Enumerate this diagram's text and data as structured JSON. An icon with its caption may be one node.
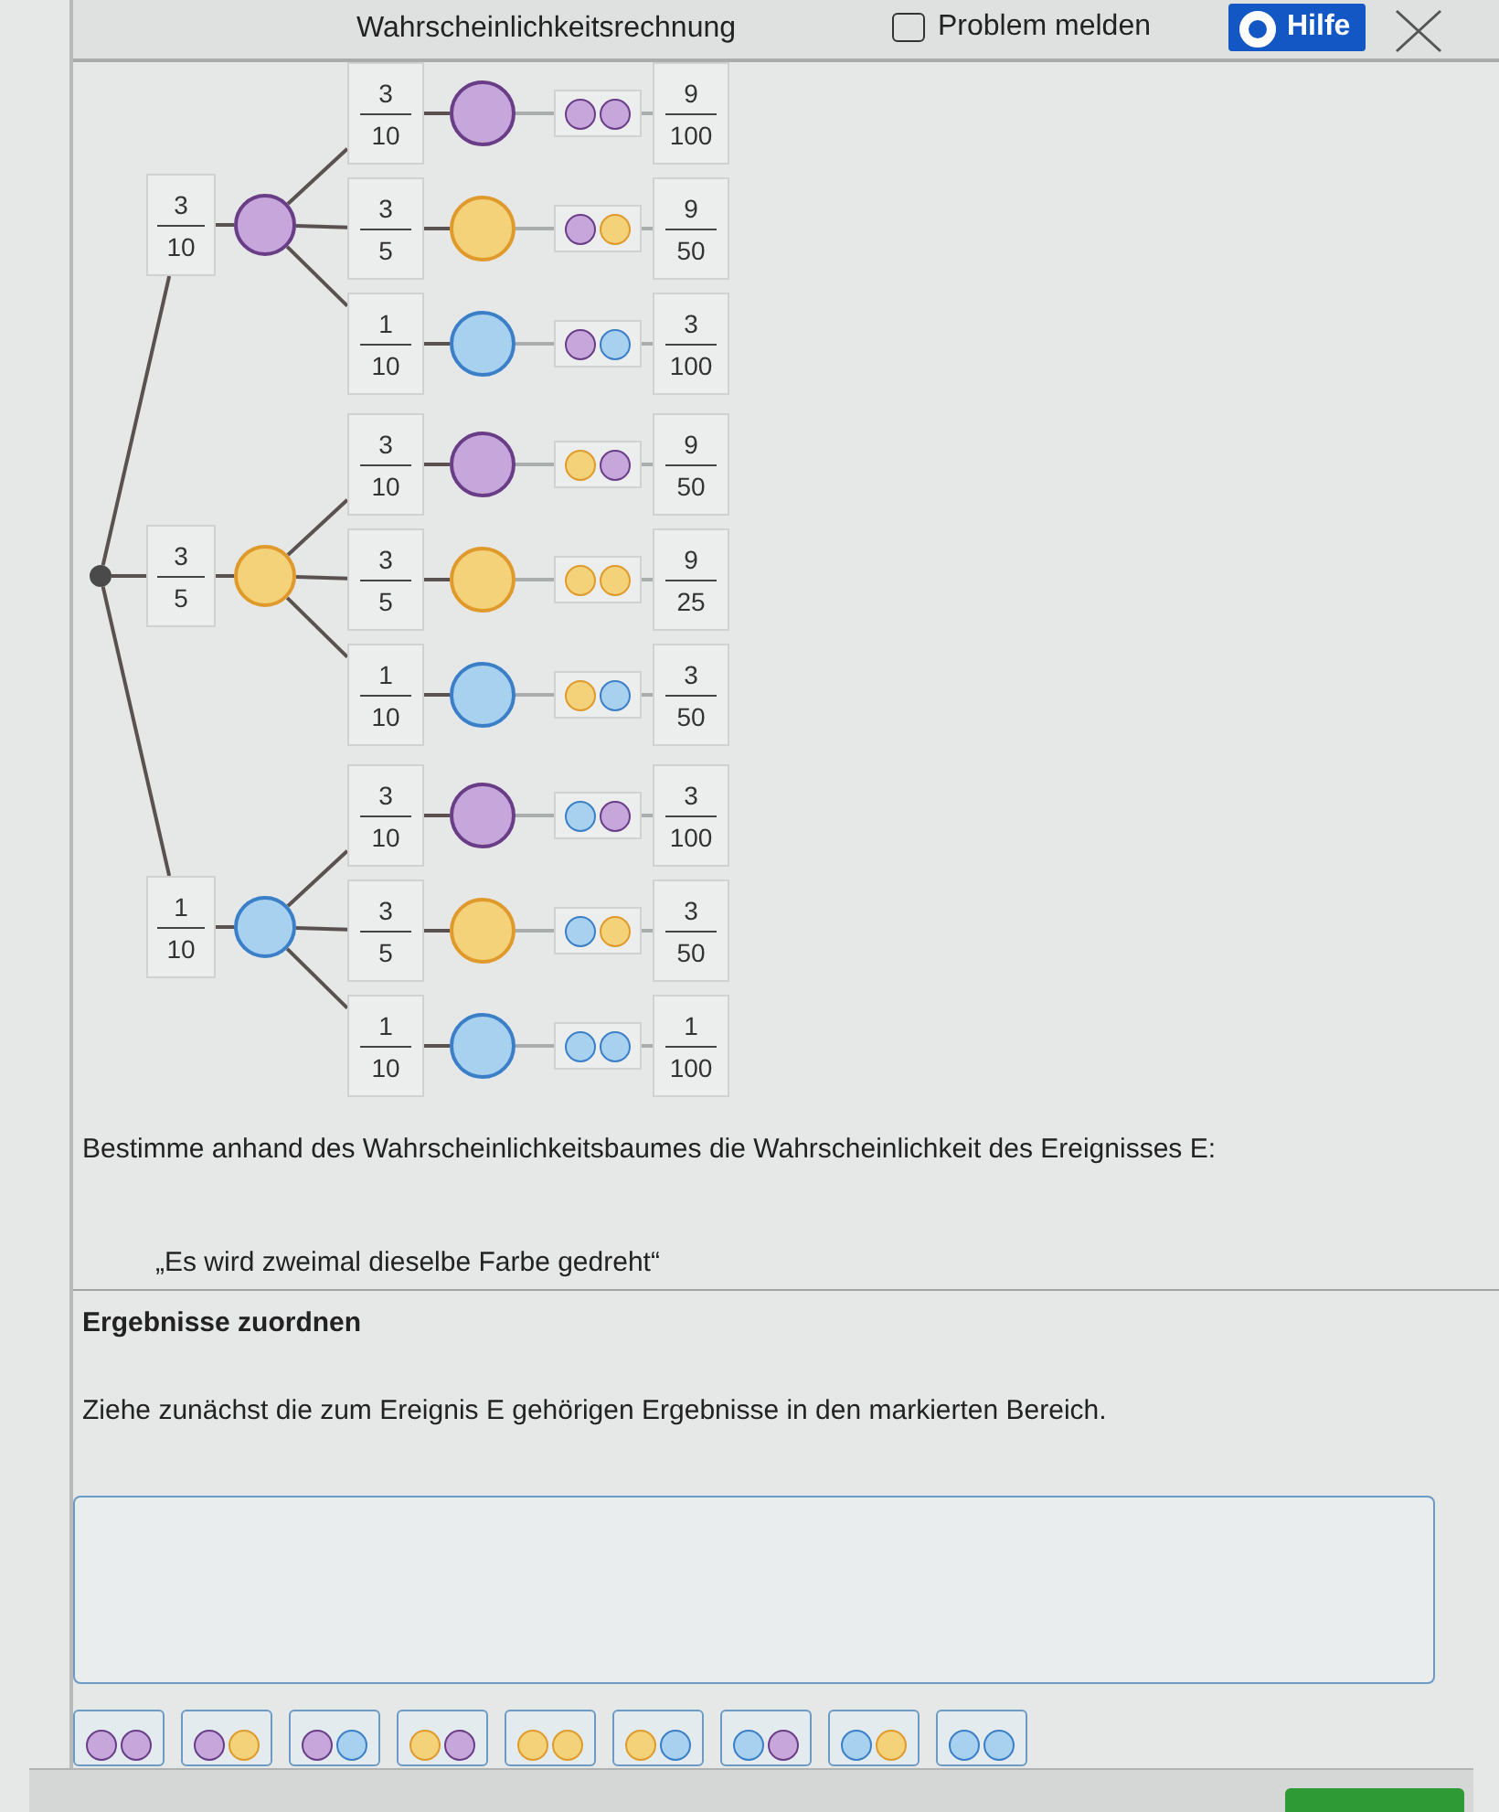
{
  "diagram": {
    "title": "Wahrscheinlichkeitsrechnung",
    "nodes": [
      {
        "text": [],
        "shape": "circle"
      },
      {
        "text": [
          "3",
          "10"
        ]
      },
      {
        "text": [],
        "shape": "circle"
      },
      {
        "text": [
          "3",
          "10"
        ]
      },
      {
        "text": [],
        "shape": "circle"
      },
      {
        "text": [],
        "shape": "box"
      },
      {
        "text": [
          "9",
          "100"
        ]
      },
      {
        "text": [
          "3",
          "5"
        ]
      },
      {
        "text": [],
        "shape": "circle"
      },
      {
        "text": [],
        "shape": "box"
      },
      {
        "text": [
          "9",
          "50"
        ]
      },
      {
        "text": [
          "1",
          "10"
        ]
      },
      {
        "text": [],
        "shape": "circle"
      },
      {
        "text": [],
        "shape": "box"
      },
      {
        "text": [
          "3",
          "100"
        ]
      },
      {
        "text": [
          "3",
          "5"
        ]
      },
      {
        "text": [],
        "shape": "circle"
      },
      {
        "text": [
          "3",
          "10"
        ]
      },
      {
        "text": [],
        "shape": "circle"
      },
      {
        "text": [],
        "shape": "box"
      },
      {
        "text": [
          "9",
          "50"
        ]
      },
      {
        "text": [
          "3",
          "5"
        ]
      },
      {
        "text": [],
        "shape": "circle"
      },
      {
        "text": [],
        "shape": "box"
      },
      {
        "text": [
          "9",
          "25"
        ]
      },
      {
        "text": [
          "1",
          "10"
        ]
      },
      {
        "text": [],
        "shape": "circle"
      },
      {
        "text": [],
        "shape": "box"
      },
      {
        "text": [
          "3",
          "50"
        ]
      },
      {
        "text": [
          "1",
          "10"
        ]
      },
      {
        "text": [],
        "shape": "circle"
      },
      {
        "text": [
          "3",
          "10"
        ]
      },
      {
        "text": [],
        "shape": "circle"
      },
      {
        "text": [],
        "shape": "box"
      },
      {
        "text": [
          "3",
          "100"
        ]
      },
      {
        "text": [
          "3",
          "5"
        ]
      },
      {
        "text": [],
        "shape": "circle"
      },
      {
        "text": [],
        "shape": "box"
      },
      {
        "text": [
          "3",
          "50"
        ]
      },
      {
        "text": [
          "1",
          "10"
        ]
      },
      {
        "text": [],
        "shape": "circle"
      },
      {
        "text": [],
        "shape": "box"
      },
      {
        "text": [
          "1",
          "100"
        ]
      },
      {
        "text": [],
        "shape": "box"
      }
    ],
    "edges": [
      {
        "from": 0,
        "to": 1,
        "arrow": "none"
      },
      {
        "from": 1,
        "to": 2,
        "arrow": "none"
      },
      {
        "from": 2,
        "to": 3,
        "arrow": "none"
      },
      {
        "from": 3,
        "to": 4,
        "arrow": "none"
      },
      {
        "from": 4,
        "to": 5,
        "arrow": "none",
        "color": "#a9adab"
      },
      {
        "from": 5,
        "to": 6,
        "arrow": "none",
        "color": "#a9adab"
      },
      {
        "from": 2,
        "to": 7,
        "arrow": "none"
      },
      {
        "from": 7,
        "to": 8,
        "arrow": "none"
      },
      {
        "from": 8,
        "to": 9,
        "arrow": "none",
        "color": "#a9adab"
      },
      {
        "from": 9,
        "to": 10,
        "arrow": "none",
        "color": "#a9adab"
      },
      {
        "from": 2,
        "to": 11,
        "arrow": "none"
      },
      {
        "from": 11,
        "to": 12,
        "arrow": "none"
      },
      {
        "from": 12,
        "to": 13,
        "arrow": "none",
        "color": "#a9adab"
      },
      {
        "from": 13,
        "to": 14,
        "arrow": "none",
        "color": "#a9adab"
      },
      {
        "from": 0,
        "to": 15,
        "arrow": "none"
      },
      {
        "from": 15,
        "to": 16,
        "arrow": "none"
      },
      {
        "from": 16,
        "to": 17,
        "arrow": "none"
      },
      {
        "from": 17,
        "to": 18,
        "arrow": "none"
      },
      {
        "from": 18,
        "to": 19,
        "arrow": "none",
        "color": "#a9adab"
      },
      {
        "from": 19,
        "to": 20,
        "arrow": "none",
        "color": "#a9adab"
      },
      {
        "from": 16,
        "to": 21,
        "arrow": "none"
      },
      {
        "from": 21,
        "to": 22,
        "arrow": "none"
      },
      {
        "from": 22,
        "to": 23,
        "arrow": "none",
        "color": "#a9adab"
      },
      {
        "from": 23,
        "to": 24,
        "arrow": "none",
        "color": "#a9adab"
      },
      {
        "from": 16,
        "to": 25,
        "arrow": "none"
      },
      {
        "from": 25,
        "to": 26,
        "arrow": "none"
      },
      {
        "from": 26,
        "to": 27,
        "arrow": "none",
        "color": "#a9adab"
      },
      {
        "from": 27,
        "to": 28,
        "arrow": "none",
        "color": "#a9adab"
      },
      {
        "from": 0,
        "to": 29,
        "arrow": "none"
      },
      {
        "from": 29,
        "to": 30,
        "arrow": "none"
      },
      {
        "from": 30,
        "to": 31,
        "arrow": "none"
      },
      {
        "from": 31,
        "to": 32,
        "arrow": "none"
      },
      {
        "from": 32,
        "to": 33,
        "arrow": "none",
        "color": "#a9adab"
      },
      {
        "from": 33,
        "to": 34,
        "arrow": "none",
        "color": "#a9adab"
      },
      {
        "from": 30,
        "to": 35,
        "arrow": "none"
      },
      {
        "from": 35,
        "to": 36,
        "arrow": "none"
      },
      {
        "from": 36,
        "to": 37,
        "arrow": "none",
        "color": "#a9adab"
      },
      {
        "from": 37,
        "to": 38,
        "arrow": "none",
        "color": "#a9adab"
      },
      {
        "from": 30,
        "to": 39,
        "arrow": "none"
      },
      {
        "from": 39,
        "to": 40,
        "arrow": "none"
      },
      {
        "from": 40,
        "to": 41,
        "arrow": "none",
        "color": "#a9adab"
      },
      {
        "from": 41,
        "to": 42,
        "arrow": "none",
        "color": "#a9adab"
      }
    ],
    "labels": [
      "Problem melden",
      "Hilfe",
      "Bestimme anhand des Wahrscheinlichkeitsbaumes die Wahrscheinlichkeit des Ereignisses E:",
      "„Es wird zweimal dieselbe Farbe gedreht“",
      "Ergebnisse zuordnen",
      "Ziehe zunächst die zum Ereignis E gehörigen Ergebnisse in den markierten Bereich."
    ]
  }
}
